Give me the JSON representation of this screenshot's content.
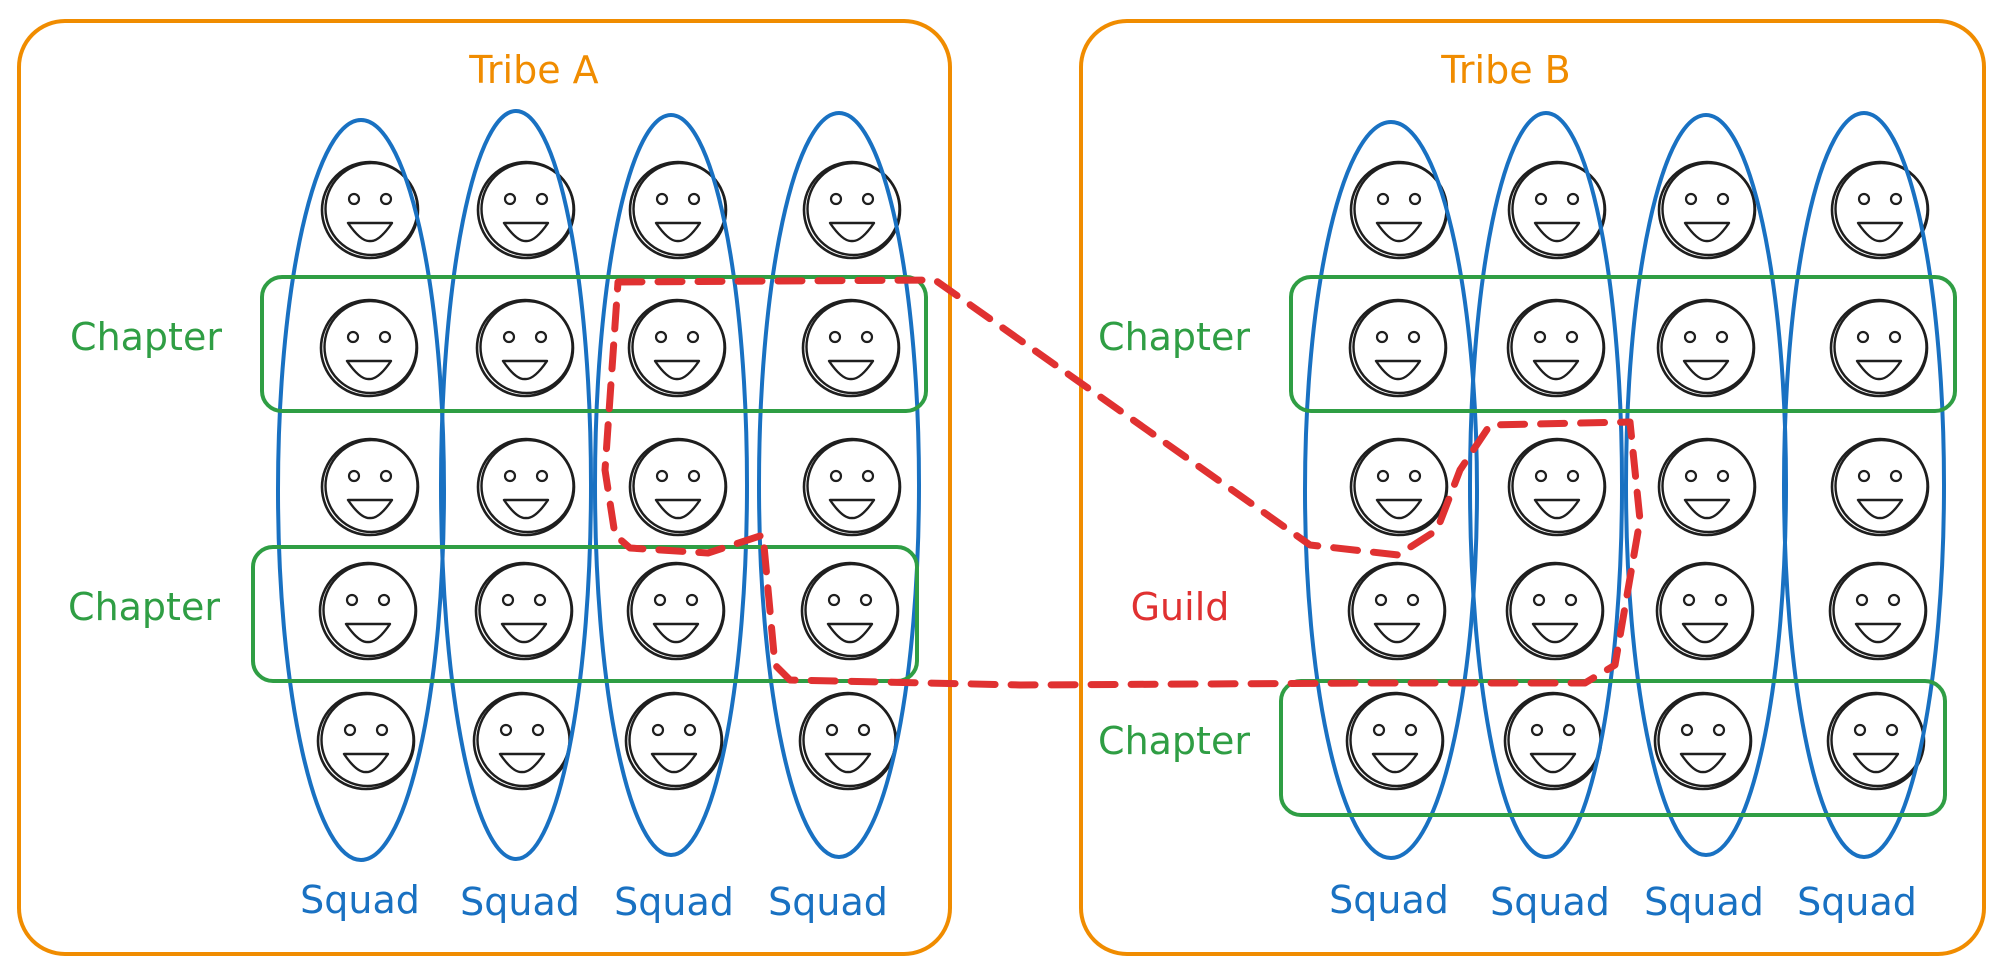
{
  "colors": {
    "tribe": "#f08c00",
    "squad": "#1971c2",
    "chapter": "#2f9e44",
    "guild": "#e03131",
    "ink": "#1e1e1e"
  },
  "tribes": [
    {
      "title": "Tribe A",
      "chapter_labels": [
        "Chapter",
        "Chapter"
      ],
      "squad_labels": [
        "Squad",
        "Squad",
        "Squad",
        "Squad"
      ]
    },
    {
      "title": "Tribe B",
      "chapter_labels": [
        "Chapter",
        "Chapter"
      ],
      "squad_labels": [
        "Squad",
        "Squad",
        "Squad",
        "Squad"
      ]
    }
  ],
  "guild_label": "Guild",
  "faces_per_squad": 5,
  "icons": {
    "member": "smiley-face-icon"
  }
}
